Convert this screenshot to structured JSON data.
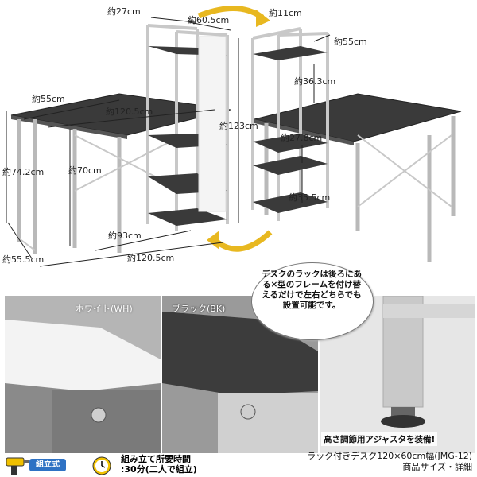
{
  "dimensions": {
    "d27": "約27cm",
    "d60_5": "約60.5cm",
    "d11": "約11cm",
    "d55_top": "約55cm",
    "d36_3": "約36.3cm",
    "d55_left": "約55cm",
    "d120_5_top": "約120.5cm",
    "d123": "約123cm",
    "d27_8": "約27.8cm",
    "d74_2": "約74.2cm",
    "d70": "約70cm",
    "d35_5": "約35.5cm",
    "d93": "約93cm",
    "d55_5": "約55.5cm",
    "d120_5_bottom": "約120.5cm"
  },
  "bubble": "デスクのラックは後ろにある×型のフレームを付け替えるだけで左右どちらでも設置可能です。",
  "colors": {
    "white_label": "ホワイト(WH)",
    "black_label": "ブラック(BK)"
  },
  "adjuster_caption": "高さ調節用アジャスタを装備!",
  "footer": {
    "tool_icon": "drill-icon",
    "tool_badge": "組立式",
    "clock_icon": "alarm-clock-icon",
    "assembly_line1": "組み立て所要時間",
    "assembly_line2": ":30分(二人で組立)",
    "product_line1": "ラック付きデスク120×60cm幅(JMG-12)",
    "product_line2": "商品サイズ・詳細"
  }
}
